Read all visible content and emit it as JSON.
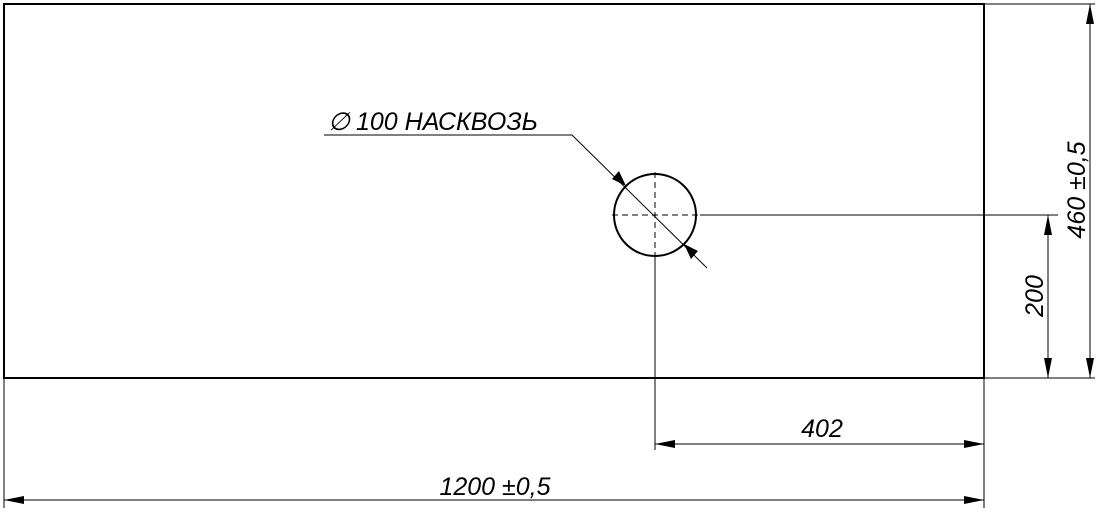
{
  "callout": {
    "diameter_symbol": "∅",
    "text": "100 НАСКВОЗЬ"
  },
  "dimensions": {
    "width": "1200 ±0,5",
    "height": "460 ±0,5",
    "hole_from_right": "402",
    "hole_from_bottom": "200"
  },
  "colors": {
    "line": "#000000",
    "background": "#ffffff"
  }
}
